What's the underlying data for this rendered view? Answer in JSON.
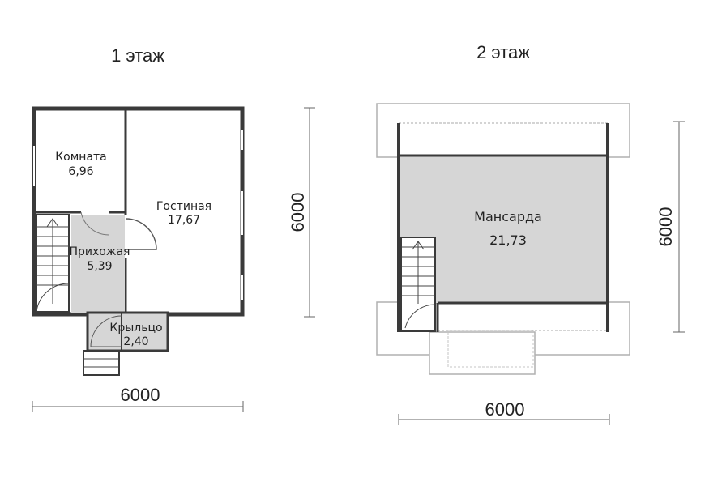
{
  "floor1": {
    "title": "1 этаж",
    "rooms": {
      "komnata": {
        "name": "Комната",
        "area": "6,96"
      },
      "gostinaya": {
        "name": "Гостиная",
        "area": "17,67"
      },
      "prikhozhaya": {
        "name": "Прихожая",
        "area": "5,39"
      },
      "krylco": {
        "name": "Крыльцо",
        "area": "2,40"
      }
    },
    "dim_width": "6000",
    "dim_depth": "6000"
  },
  "floor2": {
    "title": "2 этаж",
    "rooms": {
      "mansarda": {
        "name": "Мансарда",
        "area": "21,73"
      }
    },
    "dim_width": "6000",
    "dim_depth": "6000"
  },
  "colors": {
    "wall": "#3a3a3a",
    "floor_fill": "#d6d6d6",
    "outline": "#b0b0b0"
  }
}
